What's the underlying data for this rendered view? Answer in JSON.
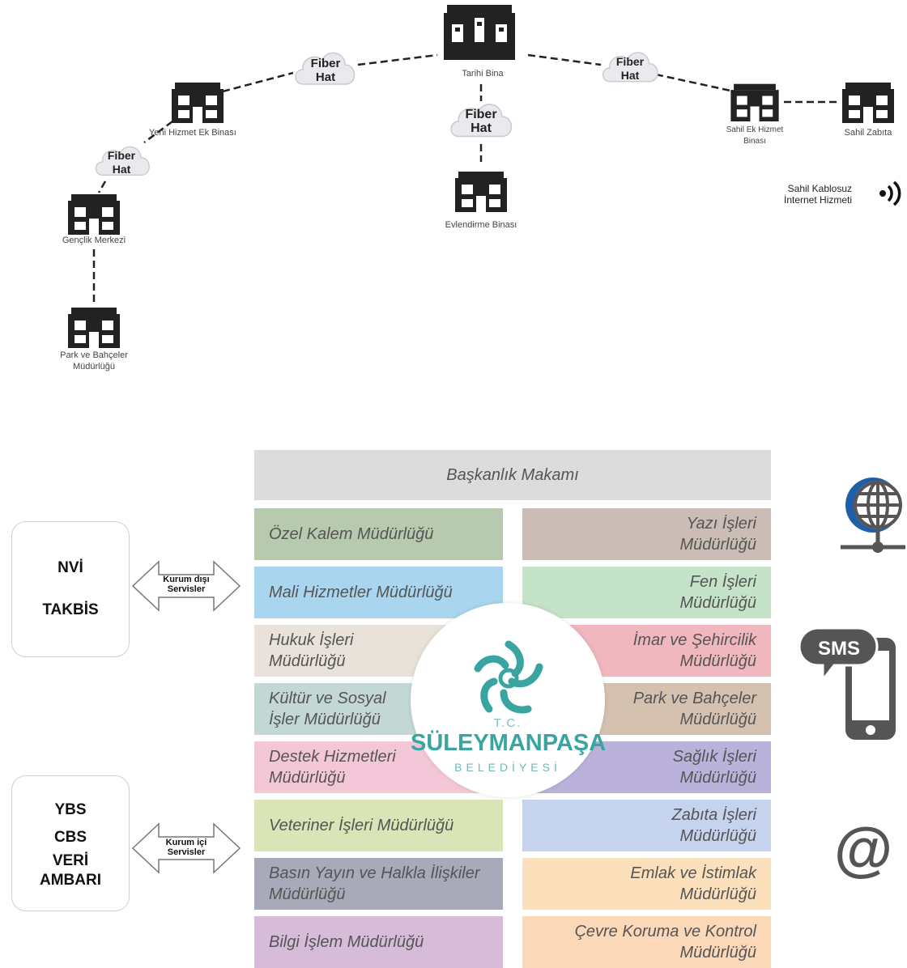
{
  "network": {
    "buildings": {
      "tarihi": "Tarihi Bina",
      "yeni_hizmet": "Yeni Hizmet Ek Binası",
      "genclik": "Gençlik Merkezi",
      "park_line1": "Park ve Bahçeler",
      "park_line2": "Müdürlüğü",
      "evlendirme": "Evlendirme Binası",
      "sahil_ek_line1": "Sahil Ek Hizmet",
      "sahil_ek_line2": "Binası",
      "sahil_zabita": "Sahil Zabıta"
    },
    "cloud_line1": "Fiber",
    "cloud_line2": "Hat",
    "wireless_line1": "Sahil Kablosuz",
    "wireless_line2": "İnternet Hizmeti"
  },
  "org": {
    "top": "Başkanlık Makamı",
    "left": [
      {
        "l1": "Özel Kalem Müdürlüğü",
        "l2": "",
        "color": "#b7c9ae"
      },
      {
        "l1": "Mali Hizmetler Müdürlüğü",
        "l2": "",
        "color": "#a9d6ee"
      },
      {
        "l1": "Hukuk İşleri",
        "l2": "Müdürlüğü",
        "color": "#e8e2da"
      },
      {
        "l1": "Kültür ve Sosyal",
        "l2": "İşler Müdürlüğü",
        "color": "#c3d8d5"
      },
      {
        "l1": "Destek Hizmetleri",
        "l2": "Müdürlüğü",
        "color": "#f3c7d7"
      },
      {
        "l1": "Veteriner İşleri Müdürlüğü",
        "l2": "",
        "color": "#d9e4b7"
      },
      {
        "l1": "Basın Yayın ve Halkla İlişkiler",
        "l2": "Müdürlüğü",
        "color": "#a8a9b9"
      },
      {
        "l1": "Bilgi İşlem Müdürlüğü",
        "l2": "",
        "color": "#d6bcd9"
      }
    ],
    "right": [
      {
        "l1": "Yazı İşleri",
        "l2": "Müdürlüğü",
        "color": "#cbbdb6"
      },
      {
        "l1": "Fen İşleri",
        "l2": "Müdürlüğü",
        "color": "#c4e3c8"
      },
      {
        "l1": "İmar ve Şehircilik",
        "l2": "Müdürlüğü",
        "color": "#f1b7bf"
      },
      {
        "l1": "Park ve Bahçeler",
        "l2": "Müdürlüğü",
        "color": "#d5c1b0"
      },
      {
        "l1": "Sağlık İşleri",
        "l2": "Müdürlüğü",
        "color": "#bab2db"
      },
      {
        "l1": "Zabıta İşleri",
        "l2": "Müdürlüğü",
        "color": "#c5d3ee"
      },
      {
        "l1": "Emlak ve İstimlak",
        "l2": "Müdürlüğü",
        "color": "#fce0bc"
      },
      {
        "l1": "Çevre Koruma ve Kontrol",
        "l2": "Müdürlüğü",
        "color": "#fbd8b8"
      }
    ],
    "logo": {
      "tc": "T.C.",
      "name": "SÜLEYMANPAŞA",
      "sub": "BELEDİYESİ",
      "color": "#3aa5a0"
    }
  },
  "side": {
    "external": {
      "items": [
        "NVİ",
        "TAKBİS"
      ],
      "arrow_l1": "Kurum dışı",
      "arrow_l2": "Servisler"
    },
    "internal": {
      "items": [
        "YBS",
        "CBS",
        "VERİ",
        "AMBARI"
      ],
      "arrow_l1": "Kurum içi",
      "arrow_l2": "Servisler"
    }
  },
  "icons": {
    "sms": "SMS",
    "at": "@",
    "globe": "globe-icon",
    "phone": "phone-icon",
    "wifi": "wifi-icon"
  }
}
